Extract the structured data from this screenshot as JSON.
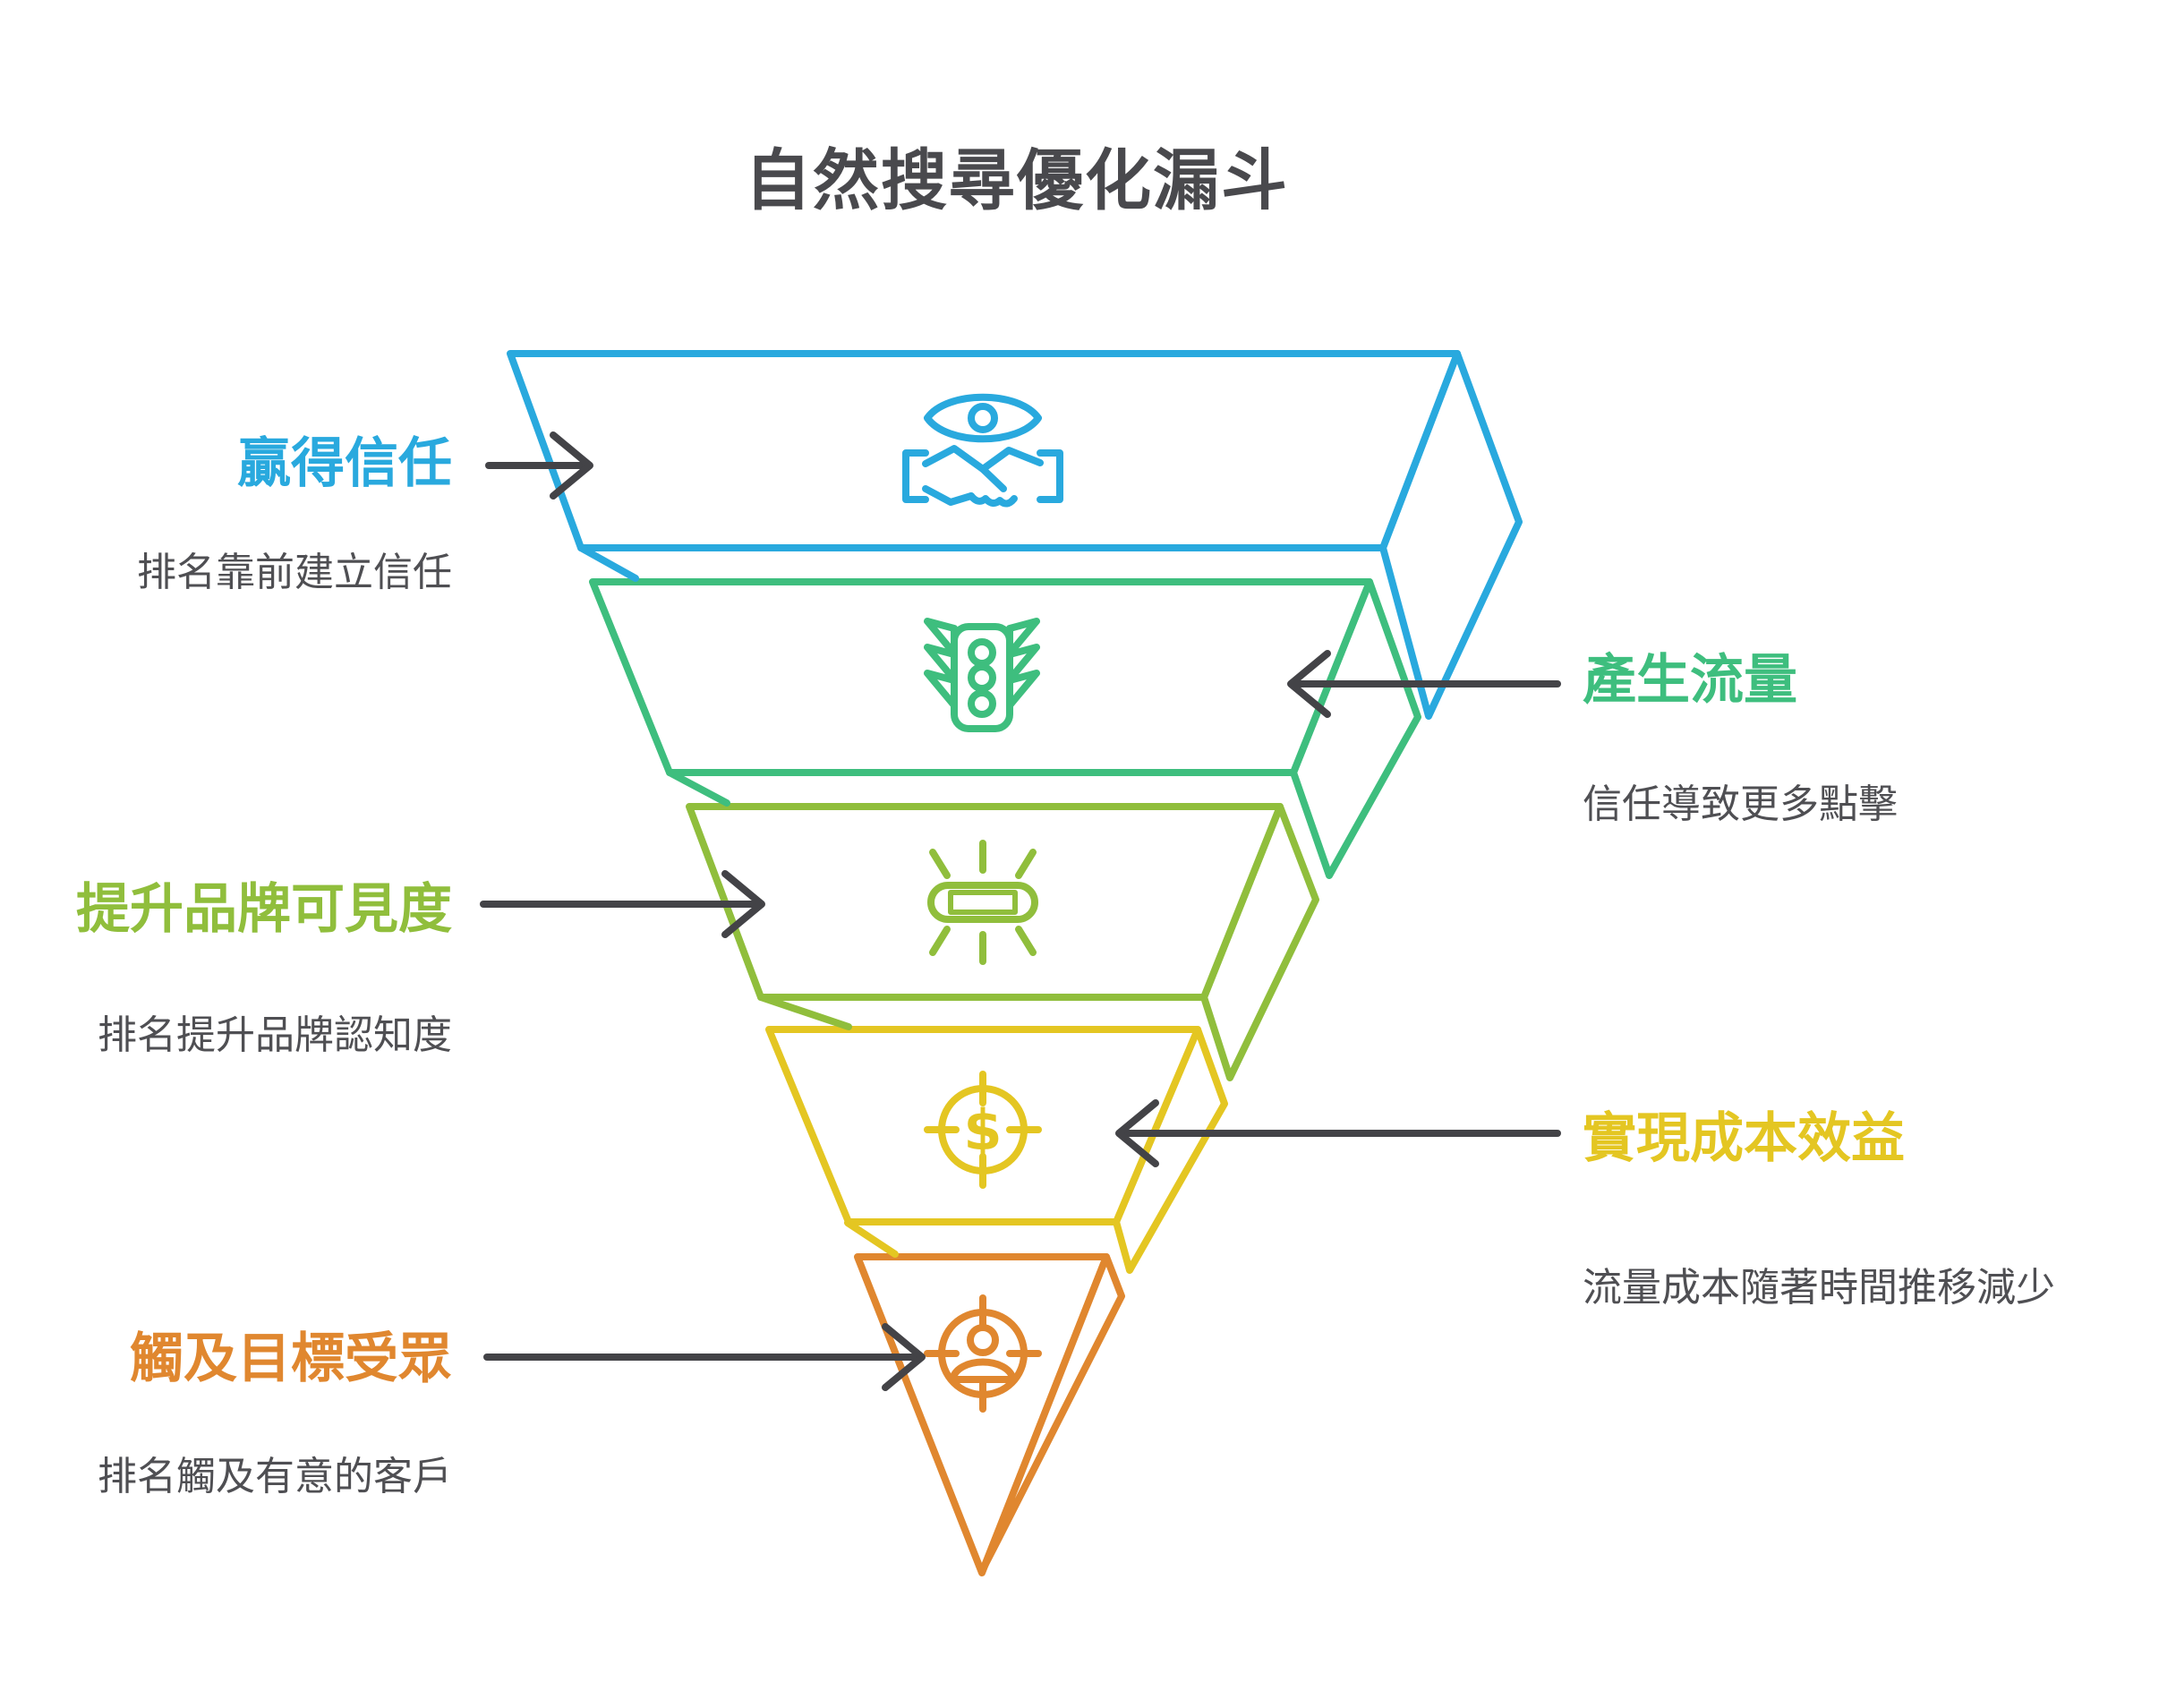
{
  "page": {
    "title": "自然搜尋優化漏斗",
    "background_color": "#FFFFFF",
    "title_color": "#49494D"
  },
  "funnel": {
    "type": "inverted-pyramid-5-levels",
    "arrow_color": "#434347",
    "description_color": "#4F4F53",
    "levels": [
      {
        "rank": 1,
        "label": "贏得信任",
        "description": "排名靠前建立信任",
        "color": "#29A9DE",
        "icon": "trust-handshake-eye-icon",
        "label_side": "left",
        "arrow_direction": "right"
      },
      {
        "rank": 2,
        "label": "產生流量",
        "description": "信任導致更多點擊",
        "color": "#3EBE7E",
        "icon": "traffic-light-icon",
        "label_side": "right",
        "arrow_direction": "left"
      },
      {
        "rank": 3,
        "label": "提升品牌可見度",
        "description": "排名提升品牌認知度",
        "color": "#90BE3C",
        "icon": "glowing-bar-icon",
        "label_side": "left",
        "arrow_direction": "right"
      },
      {
        "rank": 4,
        "label": "實現成本效益",
        "description": "流量成本隨著時間推移減少",
        "color": "#E4C622",
        "icon": "dollar-target-icon",
        "label_side": "right",
        "arrow_direction": "left"
      },
      {
        "rank": 5,
        "label": "觸及目標受眾",
        "description": "排名觸及有意的客戶",
        "color": "#E0872F",
        "icon": "person-target-icon",
        "label_side": "left",
        "arrow_direction": "right"
      }
    ],
    "icons": {
      "dollar_glyph": "$"
    }
  }
}
